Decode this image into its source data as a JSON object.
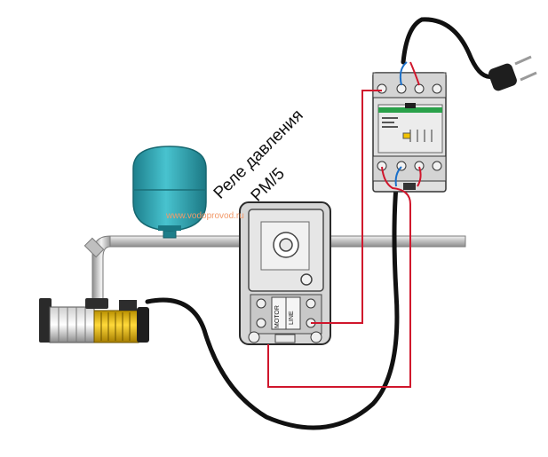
{
  "title": {
    "line1": "Реле давления",
    "line2": "PM/5"
  },
  "watermark": "www.vodoprovod.ru",
  "relay_labels": {
    "motor": "MOTOR",
    "line": "LINE"
  },
  "colors": {
    "tank": "#2fa3b0",
    "pipe": "#c9c9c9",
    "relay_body": "#d9d9d9",
    "relay_border": "#2a2a2a",
    "wire_red": "#d0162c",
    "wire_blue": "#1a6fc9",
    "cable": "#111111",
    "breaker_stripe": "#2aa14a",
    "pump_yellow": "#f2c200"
  },
  "icons": [
    "pressure-tank-icon",
    "pump-icon",
    "pressure-relay-icon",
    "circuit-breaker-icon",
    "power-plug-icon"
  ]
}
